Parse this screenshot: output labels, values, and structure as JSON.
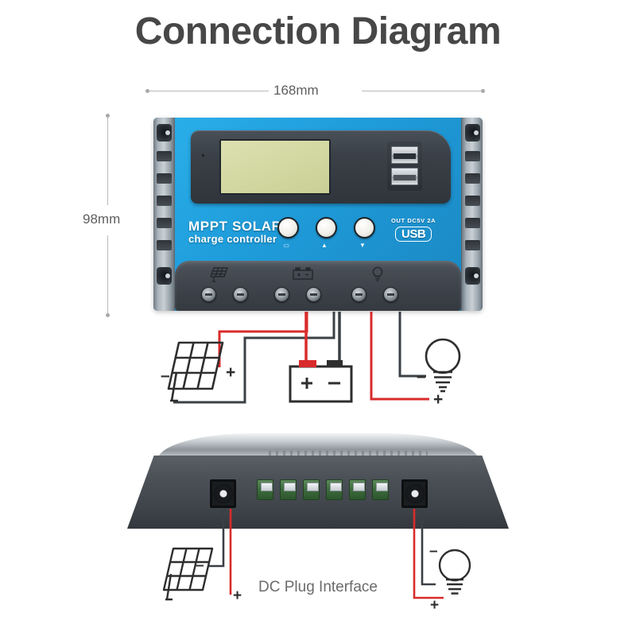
{
  "title": "Connection Diagram",
  "dimensions": {
    "width_label": "168mm",
    "height_label": "98mm"
  },
  "controller": {
    "brand_line1": "MPPT SOLAR",
    "brand_line2": "charge controller",
    "usb_output_label": "OUT DC5V 2A",
    "usb_logo_text": "USB",
    "body_color": "#1f9ddb",
    "lcd_color": "#d4d9a3",
    "heatsink_color": "#aab3bb",
    "terminal_band_color": "#3c4249",
    "buttons": [
      {
        "name": "menu-button",
        "icon": "menu-glyph"
      },
      {
        "name": "up-button",
        "icon": "up-arrow-glyph"
      },
      {
        "name": "down-button",
        "icon": "down-arrow-glyph"
      }
    ],
    "terminal_icons": [
      {
        "name": "solar-panel-terminal-icon",
        "label": "solar-panel"
      },
      {
        "name": "battery-terminal-icon",
        "label": "battery"
      },
      {
        "name": "load-lamp-terminal-icon",
        "label": "light-bulb"
      }
    ],
    "screw_terminal_count": 6
  },
  "wiring_top": {
    "solar": {
      "negative": "–",
      "positive": "+"
    },
    "battery": {
      "positive": "+",
      "negative": "–"
    },
    "load": {
      "negative": "–",
      "positive": "+"
    },
    "positive_wire_color": "#d92b2b",
    "negative_wire_color": "#3b4046"
  },
  "bottom_view": {
    "caption": "DC Plug Interface",
    "green_terminal_count": 6,
    "dc_jack_count": 2,
    "solar": {
      "negative": "–",
      "positive": "+"
    },
    "load": {
      "negative": "–",
      "positive": "+"
    }
  },
  "colors": {
    "title_color": "#474747",
    "dimension_text_color": "#5e5e5e",
    "caption_color": "#6b6b6b",
    "background": "#ffffff"
  }
}
